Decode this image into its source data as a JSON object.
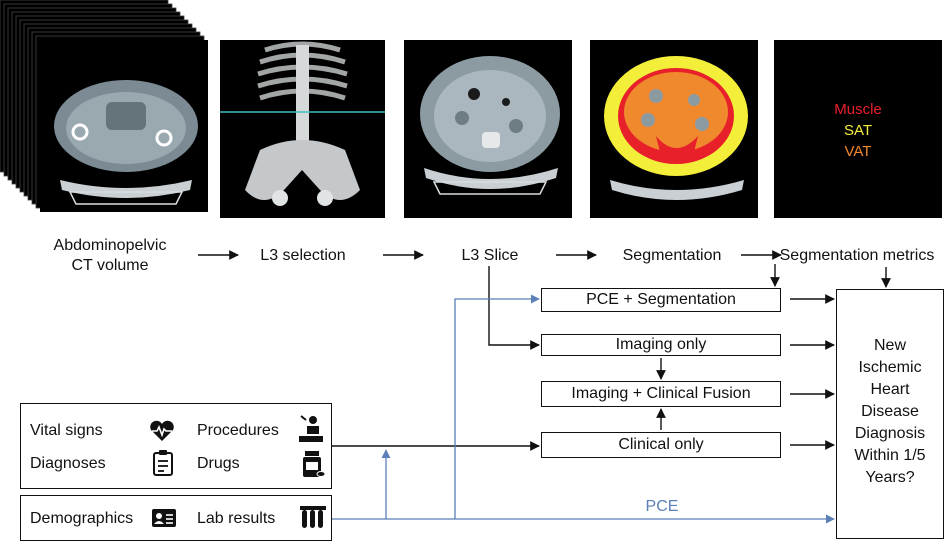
{
  "pipeline": {
    "steps": [
      {
        "line1": "Abdominopelvic",
        "line2": "CT volume"
      },
      {
        "line1": "L3 selection"
      },
      {
        "line1": "L3 Slice"
      },
      {
        "line1": "Segmentation"
      },
      {
        "line1": "Segmentation metrics"
      }
    ],
    "legend": {
      "muscle": "Muscle",
      "sat": "SAT",
      "vat": "VAT",
      "muscle_color": "#e8202a",
      "sat_color": "#f2ee3a",
      "vat_color": "#f0892e"
    }
  },
  "models": {
    "pce_seg": "PCE + Segmentation",
    "imaging": "Imaging only",
    "fusion": "Imaging + Clinical Fusion",
    "clinical": "Clinical only"
  },
  "output": {
    "lines": [
      "New",
      "Ischemic",
      "Heart",
      "Disease",
      "Diagnosis",
      "Within 1/5",
      "Years?"
    ]
  },
  "sources": {
    "vital_signs": "Vital signs",
    "procedures": "Procedures",
    "diagnoses": "Diagnoses",
    "drugs": "Drugs",
    "demographics": "Demographics",
    "lab_results": "Lab results"
  },
  "pce_label": "PCE",
  "colors": {
    "blue_arrow": "#5b7fb6",
    "black_arrow": "#111111"
  }
}
